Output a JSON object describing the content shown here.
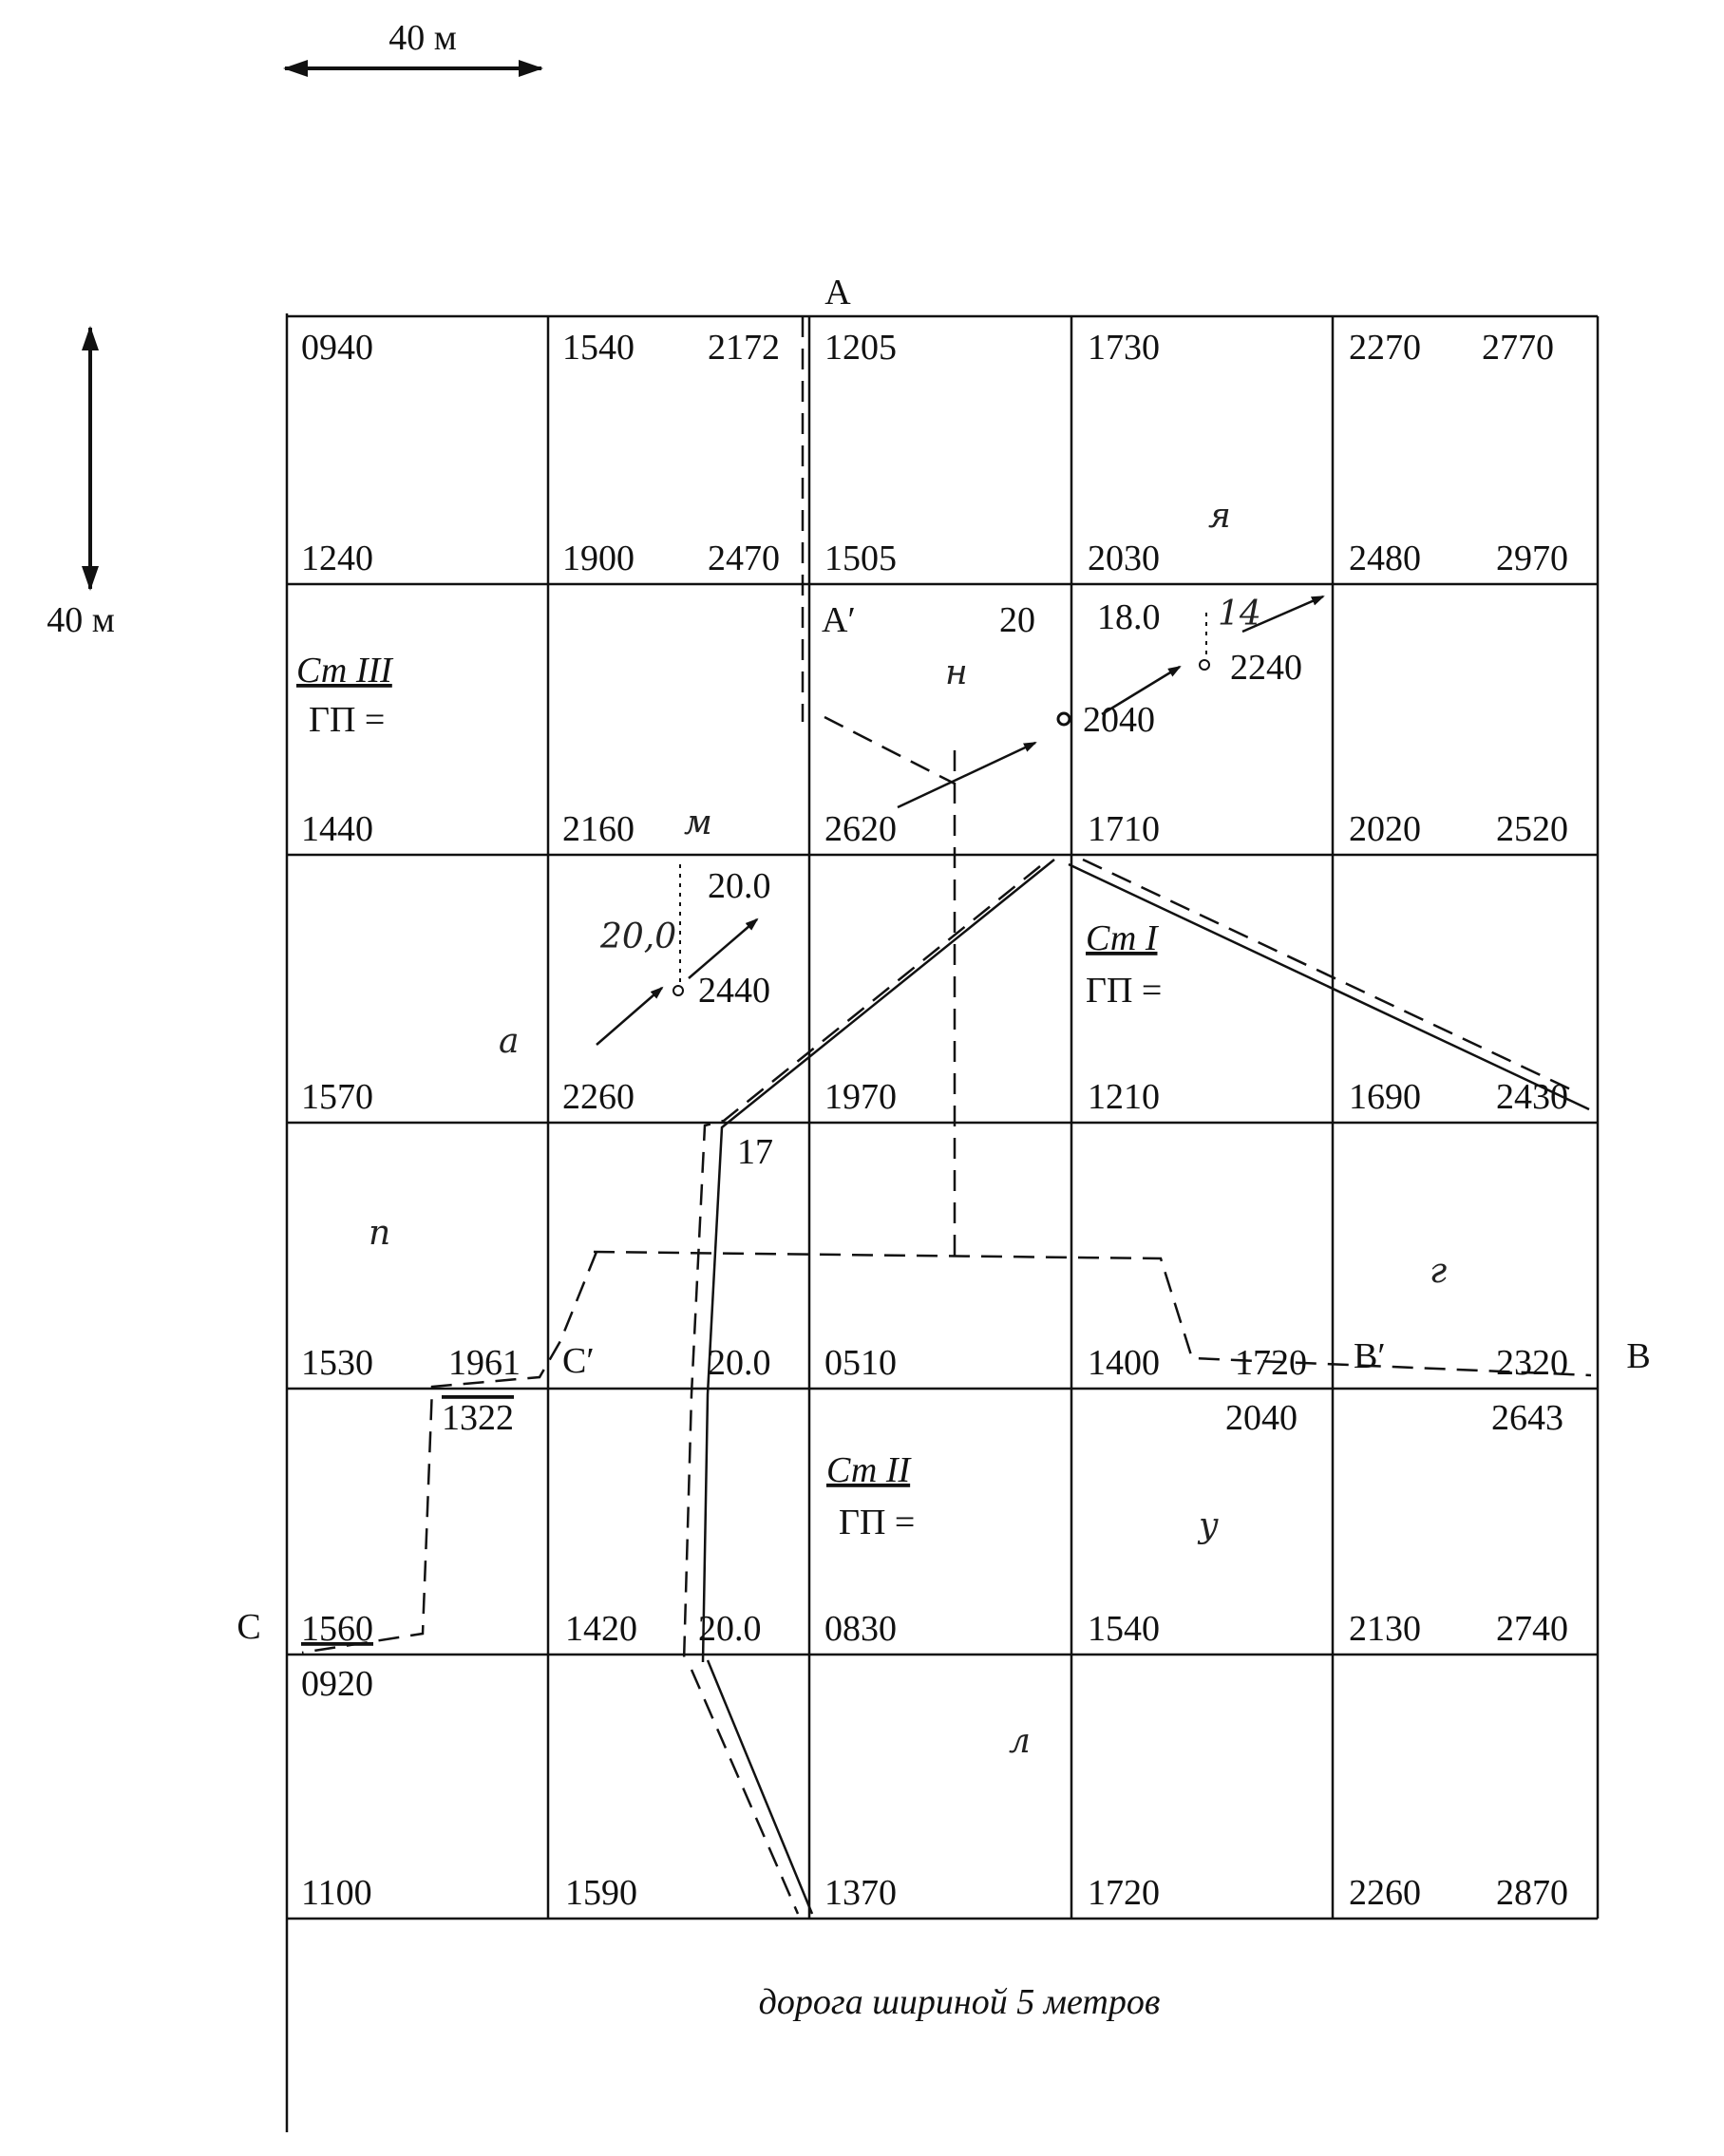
{
  "scale": {
    "horizontal": "40 м",
    "vertical": "40 м"
  },
  "points": {
    "A": "A",
    "B": "B",
    "C": "C",
    "A1": "A′",
    "B1": "B′",
    "C1": "C′"
  },
  "stations": [
    {
      "name": "Ст III",
      "gp": "ГП ="
    },
    {
      "name": "Ст I",
      "gp": "ГП ="
    },
    {
      "name": "Ст II",
      "gp": "ГП ="
    }
  ],
  "grid_readings": [
    [
      "0940",
      "1540",
      "2172",
      "1205",
      "1730",
      "2270",
      "2770"
    ],
    [
      "1240",
      "1900",
      "2470",
      "1505",
      "2030",
      "2480",
      "2970"
    ],
    [
      "1440",
      "2160",
      "2620",
      "1710",
      "2020",
      "2520"
    ],
    [
      "1570",
      "2260",
      "1970",
      "1210",
      "1690",
      "2430"
    ],
    [
      "1530",
      "1961",
      "0510",
      "1400",
      "1720",
      "2320"
    ],
    [
      "1322",
      "2040",
      "2643"
    ],
    [
      "1560",
      "1420",
      "0830",
      "1540",
      "2130",
      "2740"
    ],
    [
      "0920"
    ],
    [
      "1100",
      "1590",
      "1370",
      "1720",
      "2260",
      "2870"
    ]
  ],
  "features": {
    "a1_value": "20",
    "pit1_height": "18.0",
    "pit1_flow": "14",
    "pit1_reading": "2240",
    "pit2_reading": "2040",
    "pit3_height": "20.0",
    "pit3_flow": "20,0",
    "pit3_reading": "2440",
    "road_17": "17",
    "road_20a": "20.0",
    "road_20b": "20.0"
  },
  "cell_letters": [
    "я",
    "н",
    "м",
    "а",
    "п",
    "г",
    "у",
    "л"
  ],
  "caption": "дорога шириной 5 метров"
}
